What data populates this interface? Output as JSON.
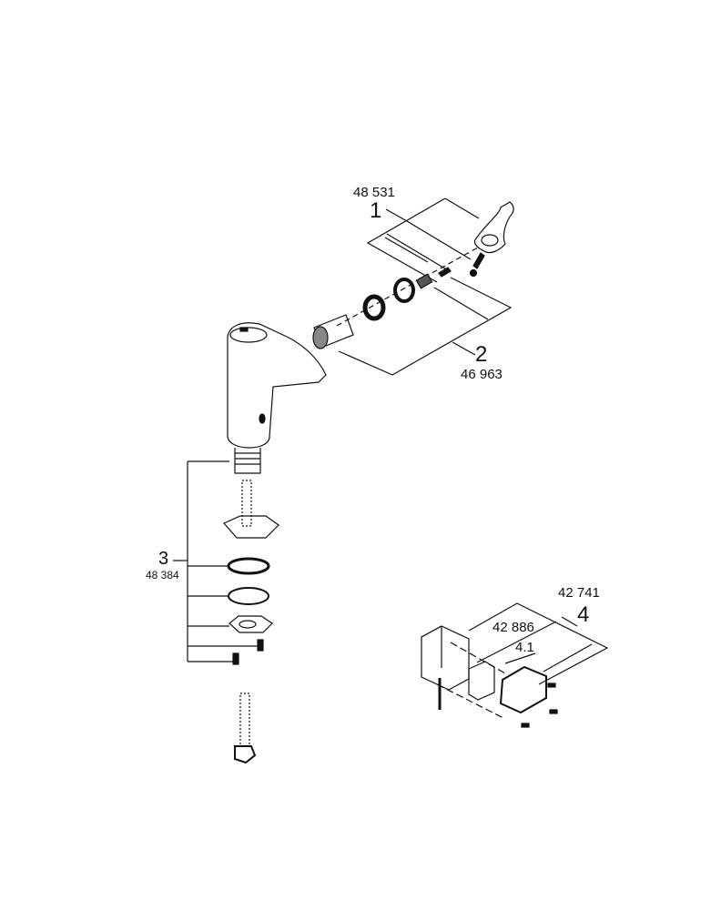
{
  "diagram": {
    "groups": [
      {
        "index": "1",
        "part_number": "48 531"
      },
      {
        "index": "2",
        "part_number": "46 963"
      },
      {
        "index": "3",
        "part_number": "48 384"
      },
      {
        "index": "4",
        "part_number": "42 741"
      },
      {
        "index": "4.1",
        "part_number": "42 886"
      }
    ],
    "colors": {
      "line": "#111111",
      "background": "#ffffff"
    }
  }
}
